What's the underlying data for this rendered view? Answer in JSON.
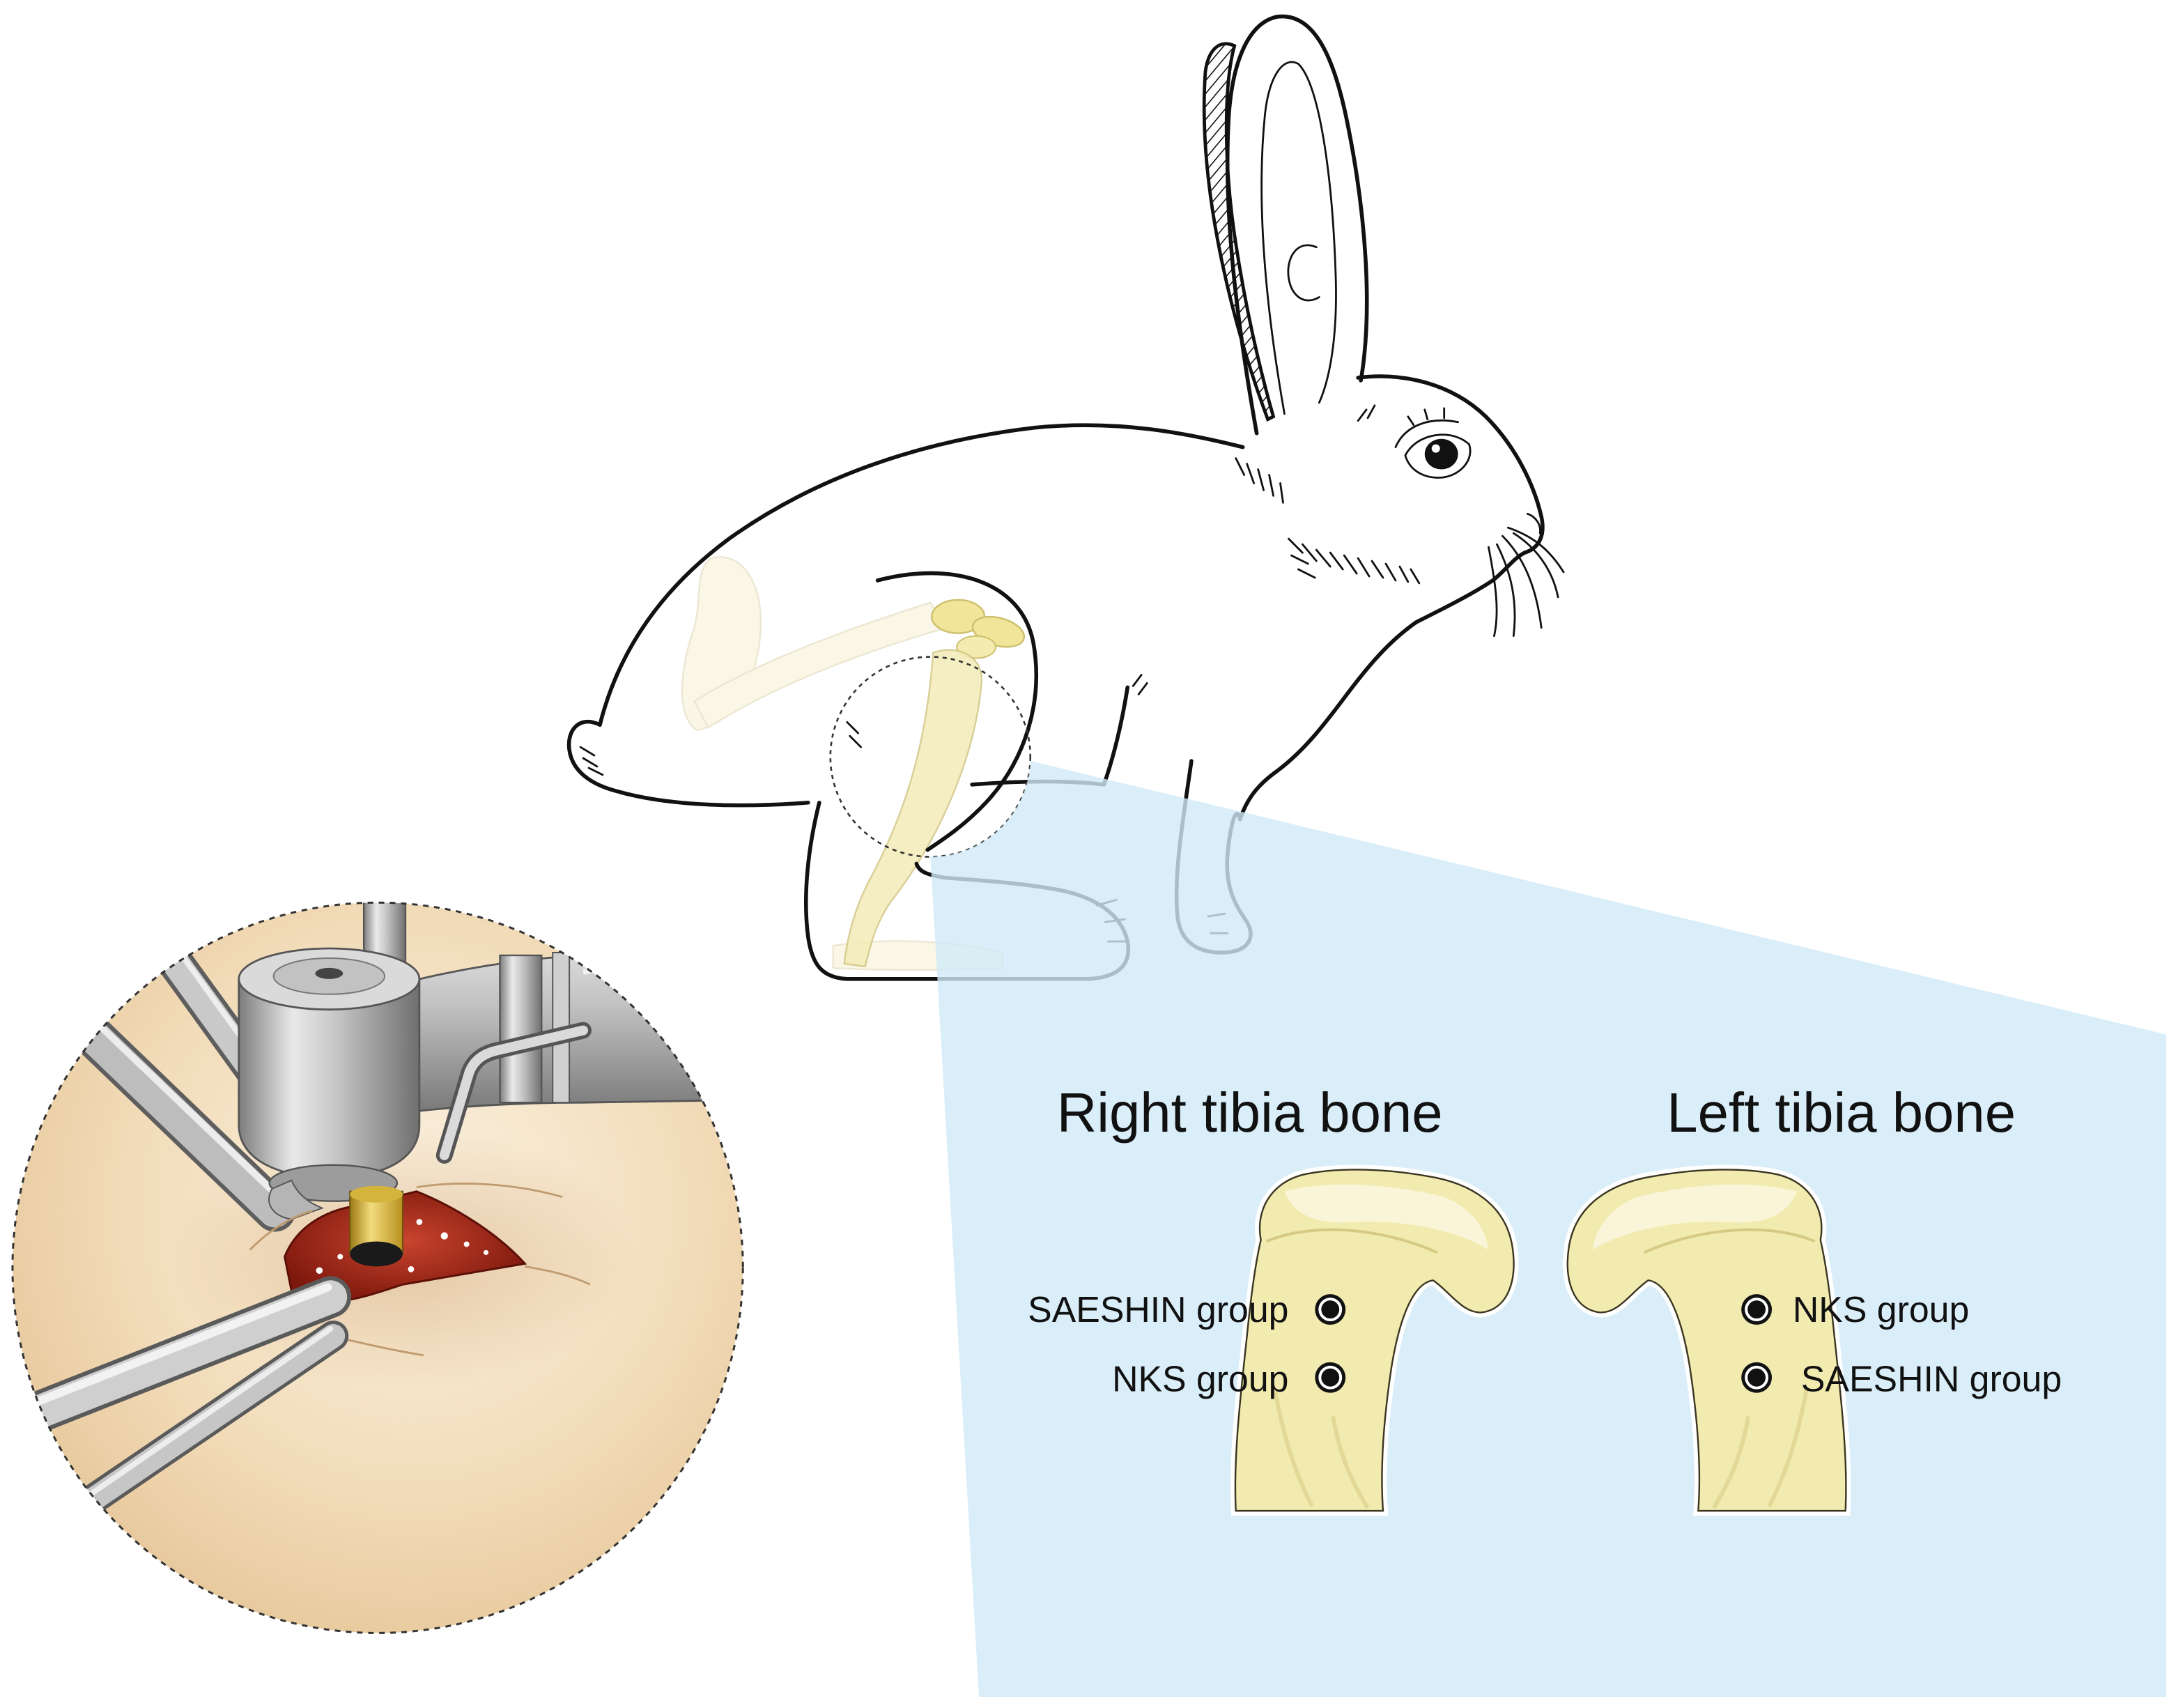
{
  "figure": {
    "right_tibia": {
      "title": "Right tibia bone",
      "sites": [
        {
          "label": "SAESHIN group"
        },
        {
          "label": "NKS group"
        }
      ]
    },
    "left_tibia": {
      "title": "Left tibia bone",
      "sites": [
        {
          "label": "NKS group"
        },
        {
          "label": "SAESHIN group"
        }
      ]
    }
  },
  "colors": {
    "zoom_panel": "#cfeaf8",
    "bone": "#f2ebb0",
    "wound": "#9b2415",
    "drill_bit": "#d4b43c",
    "inset_background": "#f3e2c6",
    "outline": "#111111"
  }
}
